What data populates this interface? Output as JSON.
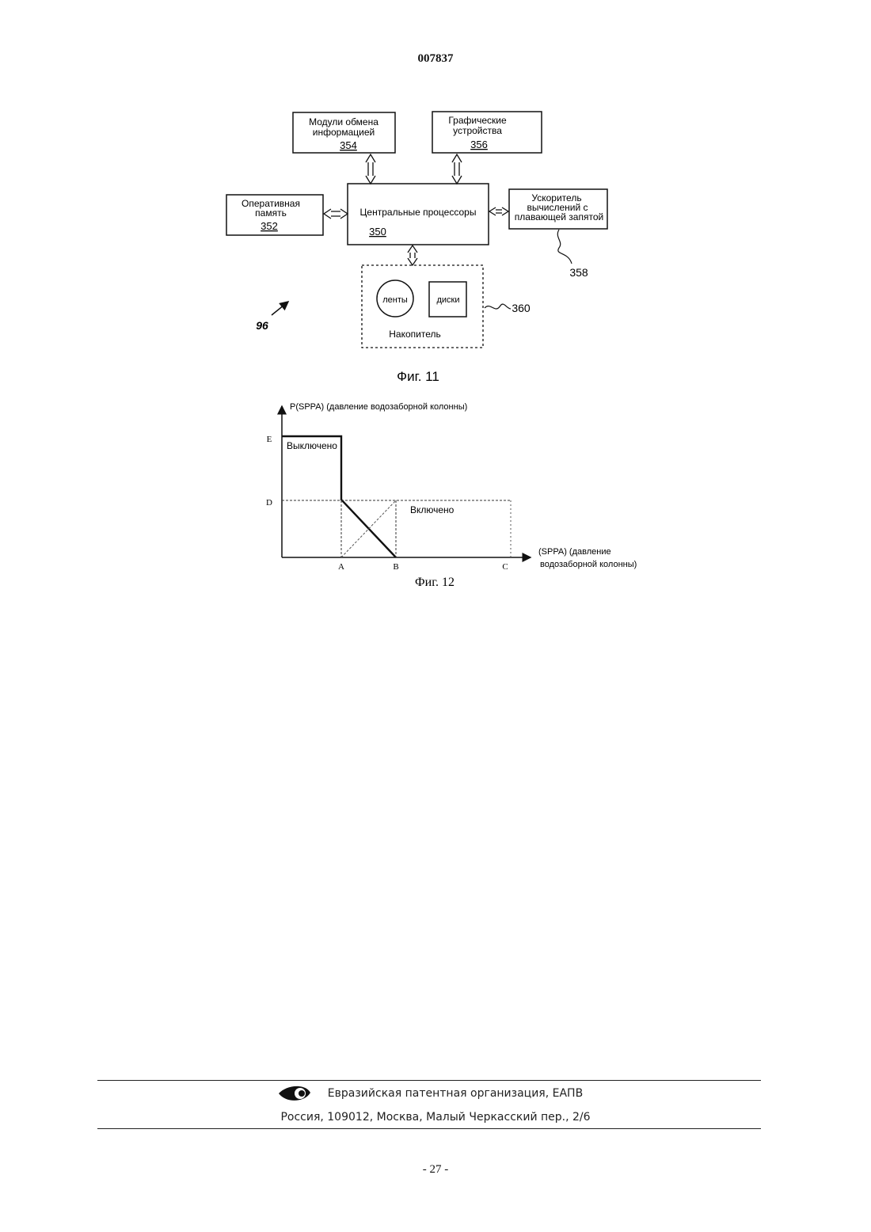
{
  "header": {
    "doc_number": "007837"
  },
  "fig11": {
    "caption": "Фиг. 11",
    "boxes": {
      "comm": {
        "line1": "Модули обмена",
        "line2": "информацией",
        "num": "354"
      },
      "graphics": {
        "line1": "Графические",
        "line2": "устройства",
        "num": "356"
      },
      "ram": {
        "line1": "Оперативная",
        "line2": "память",
        "num": "352"
      },
      "cpu": {
        "label": "Центральные процессоры",
        "num": "350"
      },
      "fpu": {
        "line1": "Ускоритель",
        "line2": "вычислений с",
        "line3": "плавающей запятой"
      },
      "storage": {
        "tapes": "ленты",
        "disks": "диски",
        "label": "Накопитель"
      }
    },
    "refs": {
      "fpu_ref": "358",
      "storage_ref": "360",
      "system_ref": "96"
    }
  },
  "fig12": {
    "caption": "Фиг. 12",
    "y_axis_label": "P(SPPA) (давление водозаборной колонны)",
    "x_axis_label_line1": "(SPPA) (давление",
    "x_axis_label_line2": "водозаборной колонны)",
    "y_ticks": {
      "E": "E",
      "D": "D"
    },
    "x_ticks": {
      "A": "A",
      "B": "B",
      "C": "C"
    },
    "region_off": "Выключено",
    "region_on": "Включено"
  },
  "footer": {
    "org": "Евразийская патентная организация, ЕАПВ",
    "address": "Россия, 109012, Москва, Малый Черкасский пер., 2/6",
    "page": "- 27 -"
  }
}
